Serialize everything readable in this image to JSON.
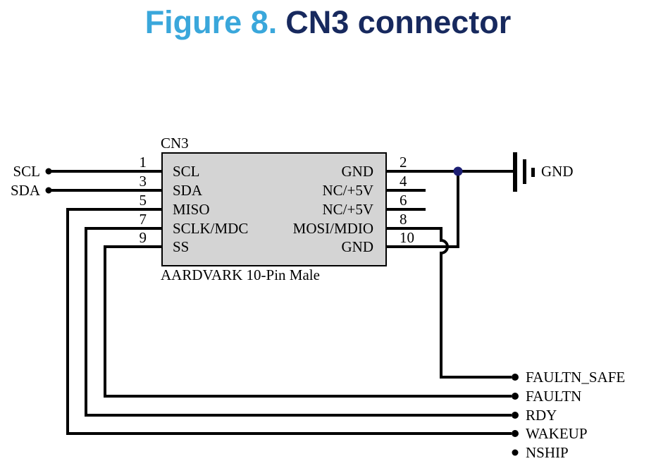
{
  "figure": {
    "label": "Figure 8.",
    "title": "CN3 connector"
  },
  "connector": {
    "name": "CN3",
    "type_label": "AARDVARK 10-Pin Male",
    "left_pins": [
      {
        "number": "1",
        "signal": "SCL"
      },
      {
        "number": "3",
        "signal": "SDA"
      },
      {
        "number": "5",
        "signal": "MISO"
      },
      {
        "number": "7",
        "signal": "SCLK/MDC"
      },
      {
        "number": "9",
        "signal": "SS"
      }
    ],
    "right_pins": [
      {
        "number": "2",
        "signal": "GND"
      },
      {
        "number": "4",
        "signal": "NC/+5V"
      },
      {
        "number": "6",
        "signal": "NC/+5V"
      },
      {
        "number": "8",
        "signal": "MOSI/MDIO"
      },
      {
        "number": "10",
        "signal": "GND"
      }
    ]
  },
  "nets": {
    "left_inputs": [
      "SCL",
      "SDA"
    ],
    "ground_label": "GND",
    "bottom_signals": [
      "FAULTN_SAFE",
      "FAULTN",
      "RDY",
      "WAKEUP",
      "NSHIP"
    ]
  },
  "colors": {
    "figure-label-blue": "#3aa7db",
    "figure-title-navy": "#17295e",
    "connector-fill": "#d4d4d4",
    "wire-black": "#000000",
    "junction-dot-navy": "#1c1e73"
  }
}
